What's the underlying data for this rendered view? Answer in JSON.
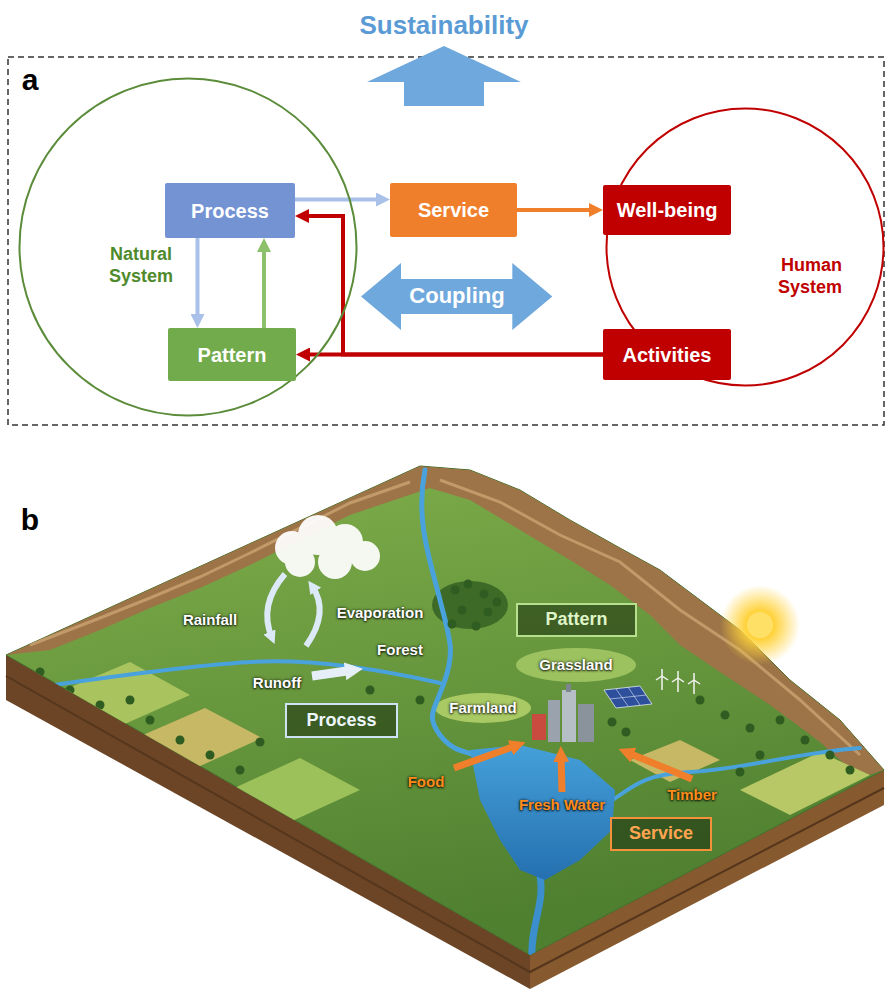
{
  "diagram": {
    "nodes": [
      {
        "text": [
          "Natural System"
        ]
      },
      {
        "text": [
          "Process"
        ],
        "in": 0
      },
      {
        "text": [
          "Pattern"
        ],
        "in": 0
      },
      {
        "text": [
          "Service"
        ]
      },
      {
        "text": [
          "Coupling"
        ]
      },
      {
        "text": [
          "Human System"
        ]
      },
      {
        "text": [
          "Well-being"
        ],
        "in": 5
      },
      {
        "text": [
          "Activities"
        ],
        "in": 5
      },
      {
        "text": [
          "Pattern"
        ]
      },
      {
        "text": [
          "Process"
        ]
      },
      {
        "text": [
          "Service"
        ]
      }
    ],
    "edges": [
      {
        "from": 1,
        "to": 2,
        "arrow": "to"
      },
      {
        "from": 2,
        "to": 1,
        "arrow": "to"
      },
      {
        "from": 1,
        "to": 3,
        "arrow": "to"
      },
      {
        "from": 3,
        "to": 6,
        "arrow": "to"
      },
      {
        "from": 7,
        "to": 2,
        "arrow": "to"
      },
      {
        "from": 7,
        "to": 1,
        "arrow": "to"
      }
    ],
    "labels": [
      "Sustainability",
      "a",
      "b",
      "Rainfall",
      "Evaporation",
      "Runoff",
      "Forest",
      "Grassland",
      "Farmland",
      "Food",
      "Fresh Water",
      "Timber"
    ]
  }
}
